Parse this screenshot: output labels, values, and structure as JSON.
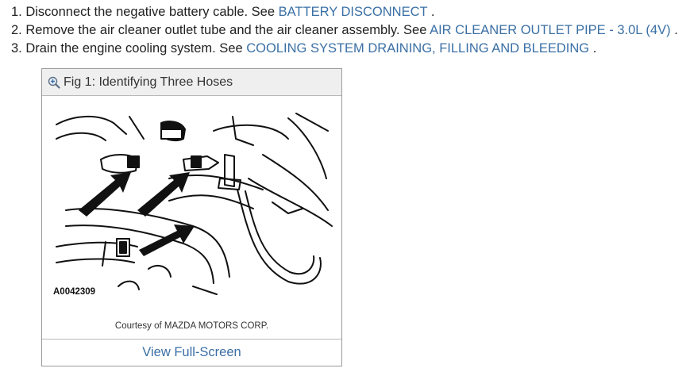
{
  "steps": [
    {
      "text": "1. Disconnect the negative battery cable. See ",
      "link": "BATTERY DISCONNECT",
      "after": " ."
    },
    {
      "text": "2. Remove the air cleaner outlet tube and the air cleaner assembly. See ",
      "link": "AIR CLEANER OUTLET PIPE - 3.0L (4V)",
      "after": " ."
    },
    {
      "text": "3. Drain the engine cooling system. See ",
      "link": "COOLING SYSTEM DRAINING, FILLING AND BLEEDING",
      "after": " ."
    }
  ],
  "figure": {
    "title": "Fig 1: Identifying Three Hoses",
    "image_code": "A0042309",
    "courtesy": "Courtesy of MAZDA MOTORS CORP.",
    "view_label": "View Full-Screen"
  },
  "colors": {
    "link": "#3a6fa5",
    "text": "#222222",
    "header_bg": "#efefef",
    "border": "#9a9a9a"
  },
  "icons": {
    "zoom": "zoom-in-icon"
  }
}
